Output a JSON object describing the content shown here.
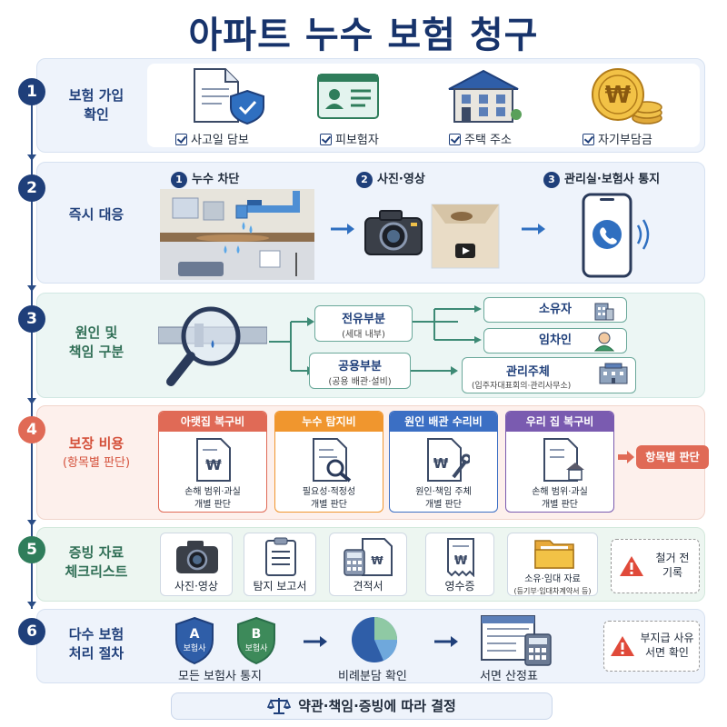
{
  "title": "아파트 누수 보험 청구",
  "steps": [
    {
      "num": "1",
      "label_lines": [
        "보험 가입",
        "확인"
      ]
    },
    {
      "num": "2",
      "label_lines": [
        "즉시 대응"
      ]
    },
    {
      "num": "3",
      "label_lines": [
        "원인 및",
        "책임 구분"
      ]
    },
    {
      "num": "4",
      "label_lines": [
        "보장 비용"
      ],
      "sublabel": "(항목별 판단)"
    },
    {
      "num": "5",
      "label_lines": [
        "증빙 자료",
        "체크리스트"
      ]
    },
    {
      "num": "6",
      "label_lines": [
        "다수 보험",
        "처리 절차"
      ]
    }
  ],
  "step1": {
    "checks": [
      "사고일 담보",
      "피보험자",
      "주택 주소",
      "자기부담금"
    ],
    "coin_symbol": "₩"
  },
  "step2": {
    "substeps": [
      {
        "num": "1",
        "label": "누수 차단"
      },
      {
        "num": "2",
        "label": "사진·영상"
      },
      {
        "num": "3",
        "label": "관리실·보험사 통지"
      }
    ]
  },
  "step3": {
    "exclusive": {
      "title": "전유부분",
      "sub": "(세대 내부)"
    },
    "common": {
      "title": "공용부분",
      "sub": "(공용 배관·설비)"
    },
    "owner": "소유자",
    "tenant": "임차인",
    "manager": {
      "title": "관리주체",
      "sub": "(입주자대표회의·관리사무소)"
    }
  },
  "step4": {
    "cards": [
      {
        "title": "아랫집 복구비",
        "desc": [
          "손해 범위·과실",
          "개별 판단"
        ],
        "color": "#e06a56"
      },
      {
        "title": "누수 탐지비",
        "desc": [
          "필요성·적정성",
          "개별 판단"
        ],
        "color": "#f0962e"
      },
      {
        "title": "원인 배관 수리비",
        "desc": [
          "원인·책임 주체",
          "개별 판단"
        ],
        "color": "#3b6fc4"
      },
      {
        "title": "우리 집 복구비",
        "desc": [
          "손해 범위·과실",
          "개별 판단"
        ],
        "color": "#7a5bb0"
      }
    ],
    "result": "항목별 판단"
  },
  "step5": {
    "items": [
      "사진·영상",
      "탐지 보고서",
      "견적서",
      "영수증"
    ],
    "folder": {
      "title": "소유·임대 자료",
      "sub": "(등기부·임대차계약서 등)"
    },
    "warning": [
      "철거 전",
      "기록"
    ]
  },
  "step6": {
    "shieldA": {
      "letter": "A",
      "word": "보험사"
    },
    "shieldB": {
      "letter": "B",
      "word": "보험사"
    },
    "notify": "모든 보험사 통지",
    "ratio": "비례분담 확인",
    "statement": "서면 산정표",
    "warning": [
      "부지급 사유",
      "서면 확인"
    ]
  },
  "footer": "약관·책임·증빙에 따라 결정",
  "colors": {
    "navy": "#1f3f7a",
    "red": "#e06a56",
    "green": "#2f7d5b",
    "orange": "#f0962e",
    "purple": "#7a5bb0"
  }
}
